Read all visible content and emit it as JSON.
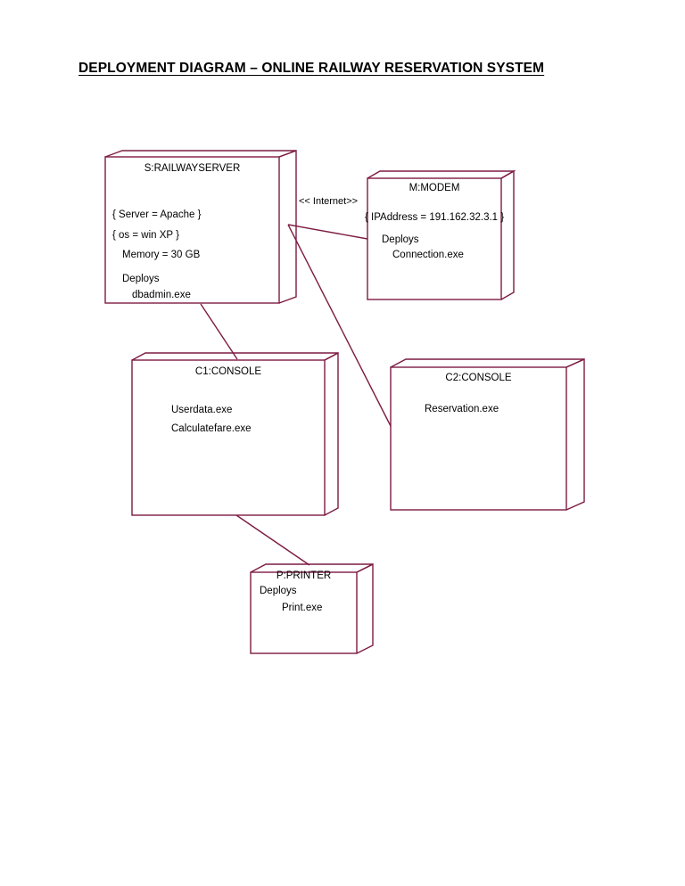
{
  "page": {
    "title": "DEPLOYMENT DIAGRAM – ONLINE RAILWAY RESERVATION  SYSTEM",
    "background_color": "#ffffff",
    "line_color": "#7d1b42",
    "text_color": "#000000"
  },
  "diagram": {
    "type": "uml-deployment-diagram",
    "nodes": [
      {
        "id": "railwayserver",
        "title": "S:RAILWAYSERVER",
        "lines": [
          "{ Server = Apache }",
          "{ os = win XP }",
          "Memory = 30 GB",
          "Deploys",
          "dbadmin.exe"
        ]
      },
      {
        "id": "modem",
        "title": "M:MODEM",
        "lines": [
          "{ IPAddress = 191.162.32.3.1 }",
          "Deploys",
          "Connection.exe"
        ]
      },
      {
        "id": "console1",
        "title": "C1:CONSOLE",
        "lines": [
          "Userdata.exe",
          "Calculatefare.exe"
        ]
      },
      {
        "id": "console2",
        "title": "C2:CONSOLE",
        "lines": [
          "Reservation.exe"
        ]
      },
      {
        "id": "printer",
        "title": "P:PRINTER",
        "lines": [
          "Deploys",
          "Print.exe"
        ]
      }
    ],
    "connections": [
      {
        "id": "server-modem",
        "from": "railwayserver",
        "to": "modem",
        "label": "<< Internet>>"
      },
      {
        "id": "server-console2",
        "from": "railwayserver",
        "to": "console2",
        "label": ""
      },
      {
        "id": "server-console1",
        "from": "railwayserver",
        "to": "console1",
        "label": ""
      },
      {
        "id": "console1-printer",
        "from": "console1",
        "to": "printer",
        "label": ""
      }
    ]
  }
}
